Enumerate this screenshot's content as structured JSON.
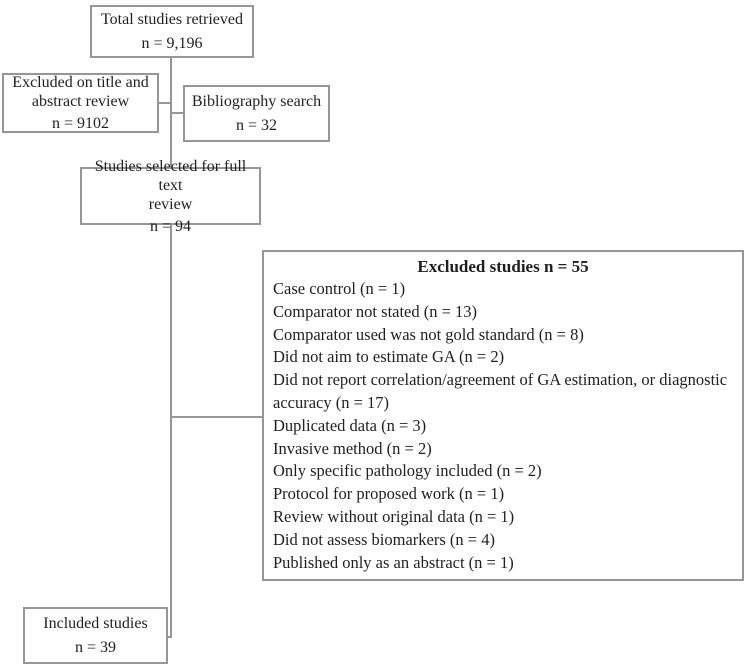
{
  "diagram": {
    "boxes": {
      "total": {
        "label": "Total studies retrieved",
        "n": "n = 9,196"
      },
      "excluded_title_abstract": {
        "label": "Excluded on title and\nabstract review",
        "n": "n = 9102"
      },
      "bibliography": {
        "label": "Bibliography search",
        "n": "n = 32"
      },
      "full_text": {
        "label": "Studies selected for full text\nreview",
        "n": "n = 94"
      },
      "excluded_studies": {
        "title": "Excluded studies n = 55",
        "items": [
          "Case control (n = 1)",
          "Comparator not stated (n = 13)",
          "Comparator used was not gold standard (n = 8)",
          "Did not aim to estimate GA (n = 2)",
          "Did not report correlation/agreement of GA estimation, or diagnostic\naccuracy (n = 17)",
          "Duplicated data (n = 3)",
          "Invasive method (n = 2)",
          "Only specific pathology included (n = 2)",
          "Protocol for proposed work (n = 1)",
          "Review without original data (n = 1)",
          "Did not assess biomarkers (n = 4)",
          "Published only as an abstract (n = 1)"
        ]
      },
      "included": {
        "label": "Included studies",
        "n": "n = 39"
      }
    },
    "colors": {
      "border": "#969696",
      "text": "#1f1f1f",
      "background": "#ffffff"
    }
  }
}
